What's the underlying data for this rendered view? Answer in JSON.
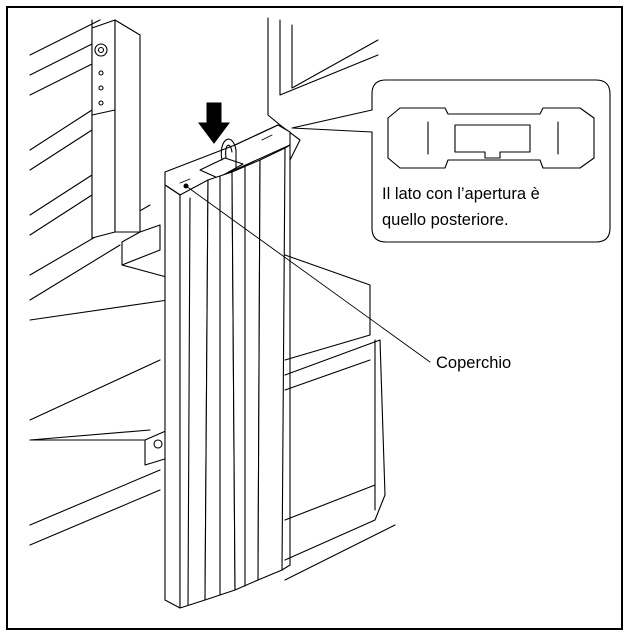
{
  "labels": {
    "callout_line1": "Il lato con l’apertura è",
    "callout_line2": "quello posteriore.",
    "cover": "Coperchio"
  }
}
